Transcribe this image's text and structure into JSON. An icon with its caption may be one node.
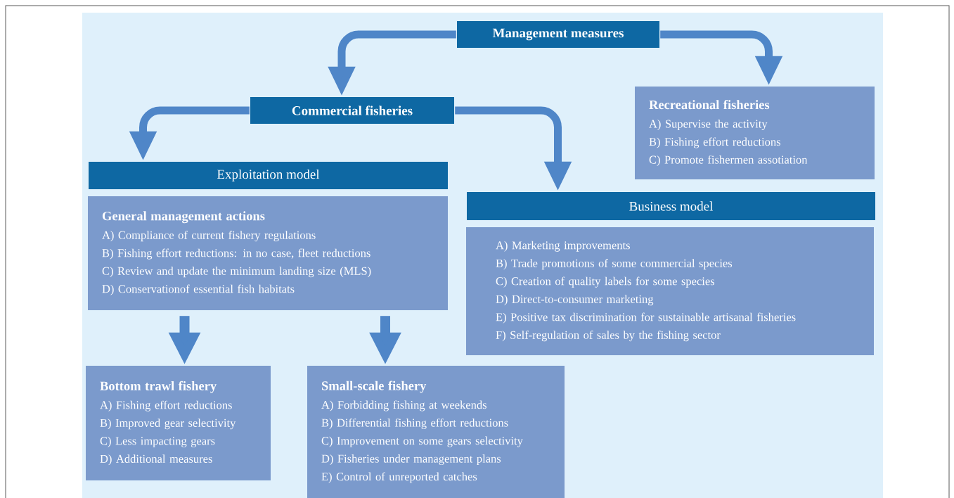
{
  "diagram": {
    "nodes": [
      {
        "text": [
          "Management measures"
        ]
      },
      {
        "text": [
          "Commercial fisheries"
        ]
      },
      {
        "text": [
          "Recreational fisheries",
          "A) Supervise the activity",
          "B) Fishing effort reductions",
          "C) Promote fishermen assotiation"
        ]
      },
      {
        "text": [
          "Exploitation model"
        ]
      },
      {
        "text": [
          "General management actions",
          "A) Compliance of current fishery regulations",
          "B) Fishing effort reductions: in no case, fleet reductions",
          "C) Review and update the minimum landing size (MLS)",
          "D) Conservationof essential fish habitats"
        ]
      },
      {
        "text": [
          "Business model"
        ]
      },
      {
        "text": [
          "A) Marketing improvements",
          "B) Trade promotions of some commercial species",
          "C) Creation of quality labels for some species",
          "D) Direct-to-consumer marketing",
          "E) Positive tax discrimination for sustainable artisanal fisheries",
          "F) Self-regulation of sales by the fishing sector"
        ]
      },
      {
        "text": [
          "Bottom trawl fishery",
          "A) Fishing effort reductions",
          "B) Improved gear selectivity",
          "C) Less impacting gears",
          "D) Additional measures"
        ]
      },
      {
        "text": [
          "Small-scale fishery",
          "A) Forbidding fishing at weekends",
          "B) Differential fishing effort reductions",
          "C) Improvement on some gears selectivity",
          "D) Fisheries under management plans",
          "E) Control of unreported catches"
        ]
      }
    ],
    "edges": [
      {
        "from": 0,
        "to": 1,
        "arrow": "to"
      },
      {
        "from": 0,
        "to": 2,
        "arrow": "to"
      },
      {
        "from": 1,
        "to": 3,
        "arrow": "to"
      },
      {
        "from": 1,
        "to": 5,
        "arrow": "to"
      },
      {
        "from": 4,
        "to": 7,
        "arrow": "to"
      },
      {
        "from": 4,
        "to": 8,
        "arrow": "to"
      }
    ]
  }
}
